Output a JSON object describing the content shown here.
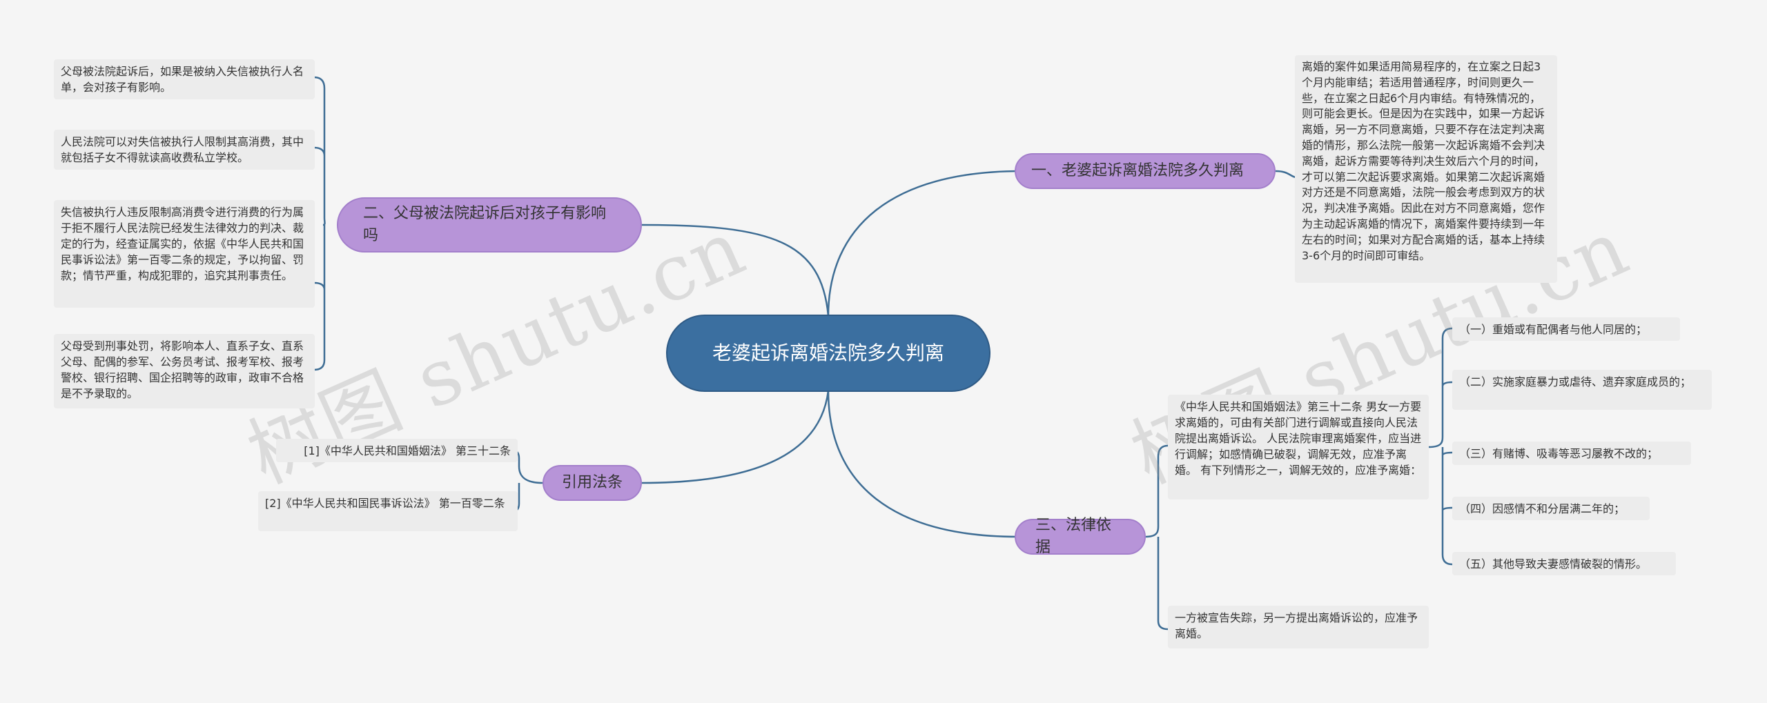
{
  "root": {
    "title": "老婆起诉离婚法院多久判离"
  },
  "branches": {
    "b1": {
      "label": "一、老婆起诉离婚法院多久判离",
      "leaves": [
        "离婚的案件如果适用简易程序的，在立案之日起3个月内能审结；若适用普通程序，时间则更久一些，在立案之日起6个月内审结。有特殊情况的，则可能会更长。但是因为在实践中，如果一方起诉离婚，另一方不同意离婚，只要不存在法定判决离婚的情形，那么法院一般第一次起诉离婚不会判决离婚，起诉方需要等待判决生效后六个月的时间，才可以第二次起诉要求离婚。如果第二次起诉离婚对方还是不同意离婚，法院一般会考虑到双方的状况，判决准予离婚。因此在对方不同意离婚，您作为主动起诉离婚的情况下，离婚案件要持续到一年左右的时间；如果对方配合离婚的话，基本上持续3-6个月的时间即可审结。"
      ]
    },
    "b2": {
      "label": "二、父母被法院起诉后对孩子有影响吗",
      "leaves": [
        "父母被法院起诉后，如果是被纳入失信被执行人名单，会对孩子有影响。",
        "人民法院可以对失信被执行人限制其高消费，其中就包括子女不得就读高收费私立学校。",
        "失信被执行人违反限制高消费令进行消费的行为属于拒不履行人民法院已经发生法律效力的判决、裁定的行为，经查证属实的，依据《中华人民共和国民事诉讼法》第一百零二条的规定，予以拘留、罚款；情节严重，构成犯罪的，追究其刑事责任。",
        "父母受到刑事处罚，将影响本人、直系子女、直系父母、配偶的参军、公务员考试、报考军校、报考警校、银行招聘、国企招聘等的政审，政审不合格是不予录取的。"
      ]
    },
    "b3": {
      "label": "三、法律依据",
      "main_leaf": "《中华人民共和国婚姻法》第三十二条 男女一方要求离婚的，可由有关部门进行调解或直接向人民法院提出离婚诉讼。 人民法院审理离婚案件，应当进行调解；如感情确已破裂，调解无效，应准予离婚。 有下列情形之一，调解无效的，应准予离婚：",
      "sub_leaves": [
        "（一）重婚或有配偶者与他人同居的；",
        "（二）实施家庭暴力或虐待、遗弃家庭成员的；",
        "（三）有赌博、吸毒等恶习屡教不改的；",
        "（四）因感情不和分居满二年的；",
        "（五）其他导致夫妻感情破裂的情形。"
      ],
      "second_leaf": "一方被宣告失踪，另一方提出离婚诉讼的，应准予离婚。"
    },
    "b4": {
      "label": "引用法条",
      "leaves": [
        "[1]《中华人民共和国婚姻法》 第三十二条",
        "[2]《中华人民共和国民事诉讼法》 第一百零二条"
      ]
    }
  },
  "watermark": {
    "text": "树图 shutu.cn"
  },
  "colors": {
    "root_fill": "#3b6fa0",
    "branch_fill": "#b794d8",
    "leaf_fill": "#ececec",
    "connector": "#3e6d94",
    "background": "#f5f5f5"
  }
}
